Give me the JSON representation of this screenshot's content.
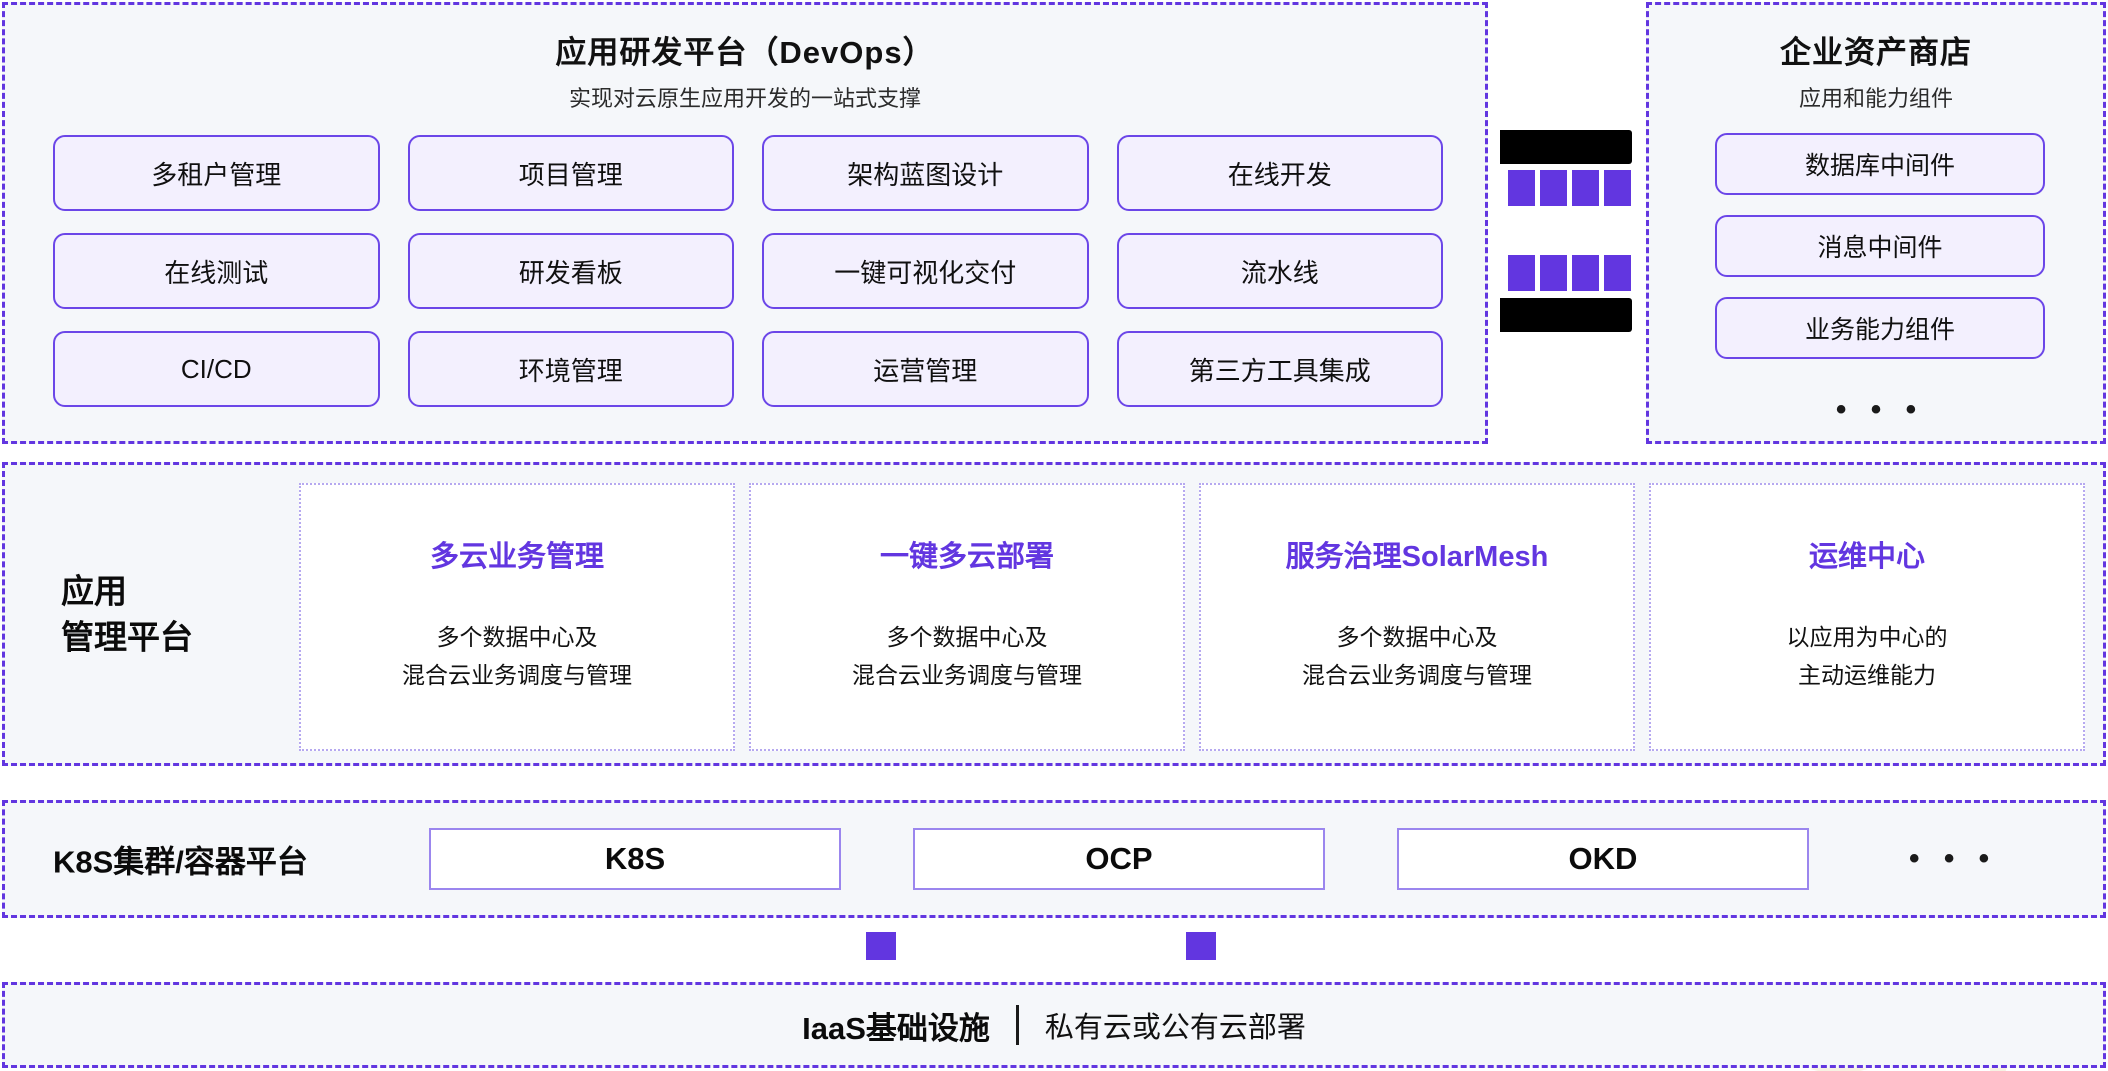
{
  "colors": {
    "accent": "#6236e0",
    "tile_border": "#6b46e8",
    "tile_fill": "#f3f0fe",
    "section_bg": "#f5f7fa",
    "page_bg": "#ffffff",
    "card_border": "#b6a9f0",
    "redaction": "#000000"
  },
  "devops": {
    "title": "应用研发平台（DevOps）",
    "subtitle": "实现对云原生应用开发的一站式支撑",
    "tiles": [
      "多租户管理",
      "项目管理",
      "架构蓝图设计",
      "在线开发",
      "在线测试",
      "研发看板",
      "一键可视化交付",
      "流水线",
      "CI/CD",
      "环境管理",
      "运营管理",
      "第三方工具集成"
    ]
  },
  "connector": {
    "redacted_label": "",
    "block_rows": 2,
    "blocks_per_row": 4
  },
  "store": {
    "title": "企业资产商店",
    "subtitle": "应用和能力组件",
    "tiles": [
      "数据库中间件",
      "消息中间件",
      "业务能力组件"
    ],
    "more": "• • •"
  },
  "mgmt": {
    "label": "应用\n管理平台",
    "cards": [
      {
        "title": "多云业务管理",
        "desc": "多个数据中心及\n混合云业务调度与管理"
      },
      {
        "title": "一键多云部署",
        "desc": "多个数据中心及\n混合云业务调度与管理"
      },
      {
        "title": "服务治理SolarMesh",
        "desc": "多个数据中心及\n混合云业务调度与管理"
      },
      {
        "title": "运维中心",
        "desc": "以应用为中心的\n主动运维能力"
      }
    ]
  },
  "k8s": {
    "label": "K8S集群/容器平台",
    "items": [
      "K8S",
      "OCP",
      "OKD"
    ],
    "more": "• • •"
  },
  "iaas": {
    "title": "IaaS基础设施",
    "divider": "|",
    "subtitle": "私有云或公有云部署"
  }
}
